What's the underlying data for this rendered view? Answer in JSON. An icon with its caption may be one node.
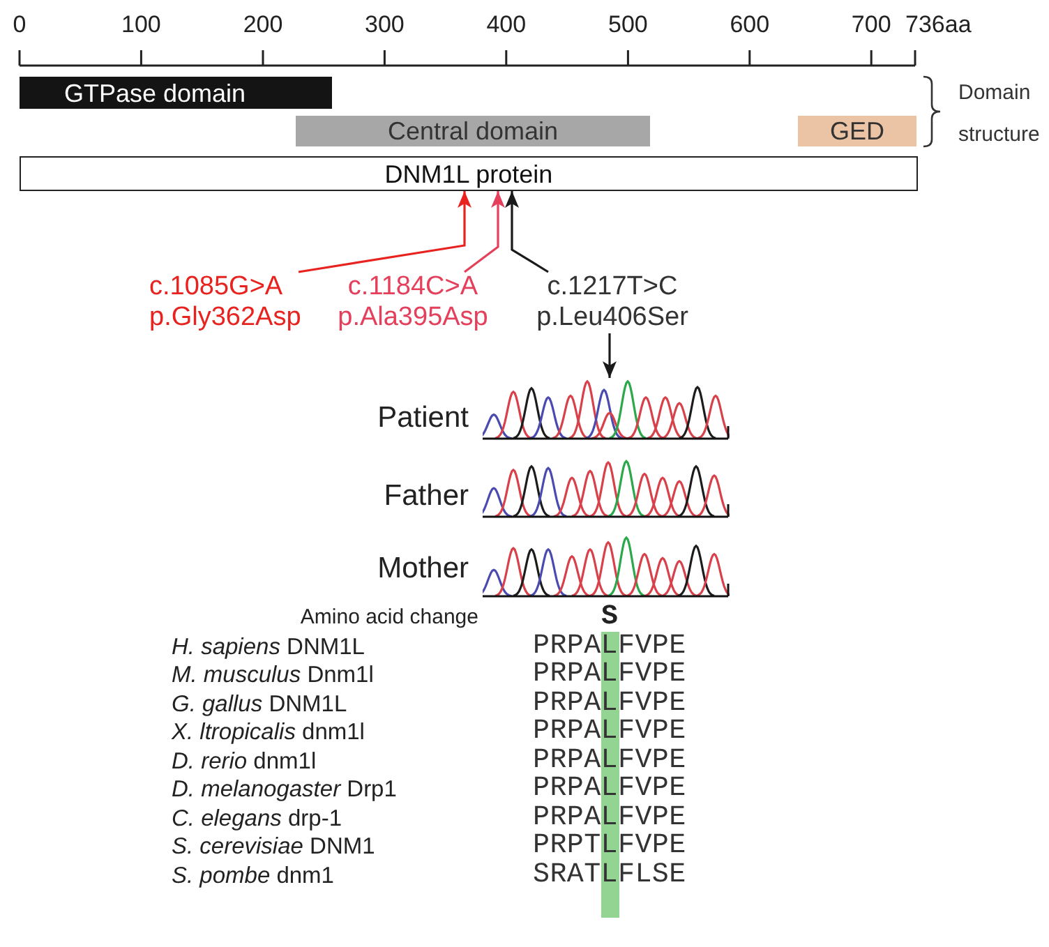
{
  "diagram": {
    "nodes": [
      {
        "text": [
          "GTPase domain"
        ]
      },
      {
        "text": [
          "Central domain"
        ]
      },
      {
        "text": [
          "GED"
        ]
      },
      {
        "text": [
          "DNM1L protein"
        ]
      },
      {
        "text": [
          "c.1085G>A",
          "p.Gly362Asp"
        ]
      },
      {
        "text": [
          "c.1184C>A",
          "p.Ala395Asp"
        ]
      },
      {
        "text": [
          "c.1217T>C",
          "p.Leu406Ser"
        ]
      },
      {
        "text": [],
        "shape": "picture",
        "beside": [
          "Patient"
        ]
      },
      {
        "text": [],
        "shape": "picture",
        "beside": [
          "Father"
        ]
      },
      {
        "text": [],
        "shape": "picture",
        "beside": [
          "Mother"
        ]
      }
    ],
    "edges": [
      {
        "from": 4,
        "to": 3,
        "arrow": "to",
        "color": "#e8231f"
      },
      {
        "from": 5,
        "to": 3,
        "arrow": "to",
        "color": "#e4405c"
      },
      {
        "from": 6,
        "to": 3,
        "arrow": "to"
      },
      {
        "from": 6,
        "to": 7,
        "arrow": "to"
      }
    ],
    "labels": [
      "0",
      "100",
      "200",
      "300",
      "400",
      "500",
      "600",
      "700",
      "736aa",
      "Domain structure",
      "Amino acid change",
      "S",
      "*H. sapiens* DNM1L",
      "PRPALFVPE",
      "*M. musculus* Dnm1l",
      "PRPALFVPE",
      "*G. gallus* DNM1L",
      "PRPALFVPE",
      "*X. ltropicalis* dnm1l",
      "PRPALFVPE",
      "*D. rerio* dnm1l",
      "PRPALFVPE",
      "*D. melanogaster* Drp1",
      "PRPALFVPE",
      "*C. elegans* drp-1",
      "PRPALFVPE",
      "*S. cerevisiae* DNM1",
      "PRPTLFVPE",
      "*S. pombe* dnm1",
      "SRATLFLSE"
    ]
  }
}
